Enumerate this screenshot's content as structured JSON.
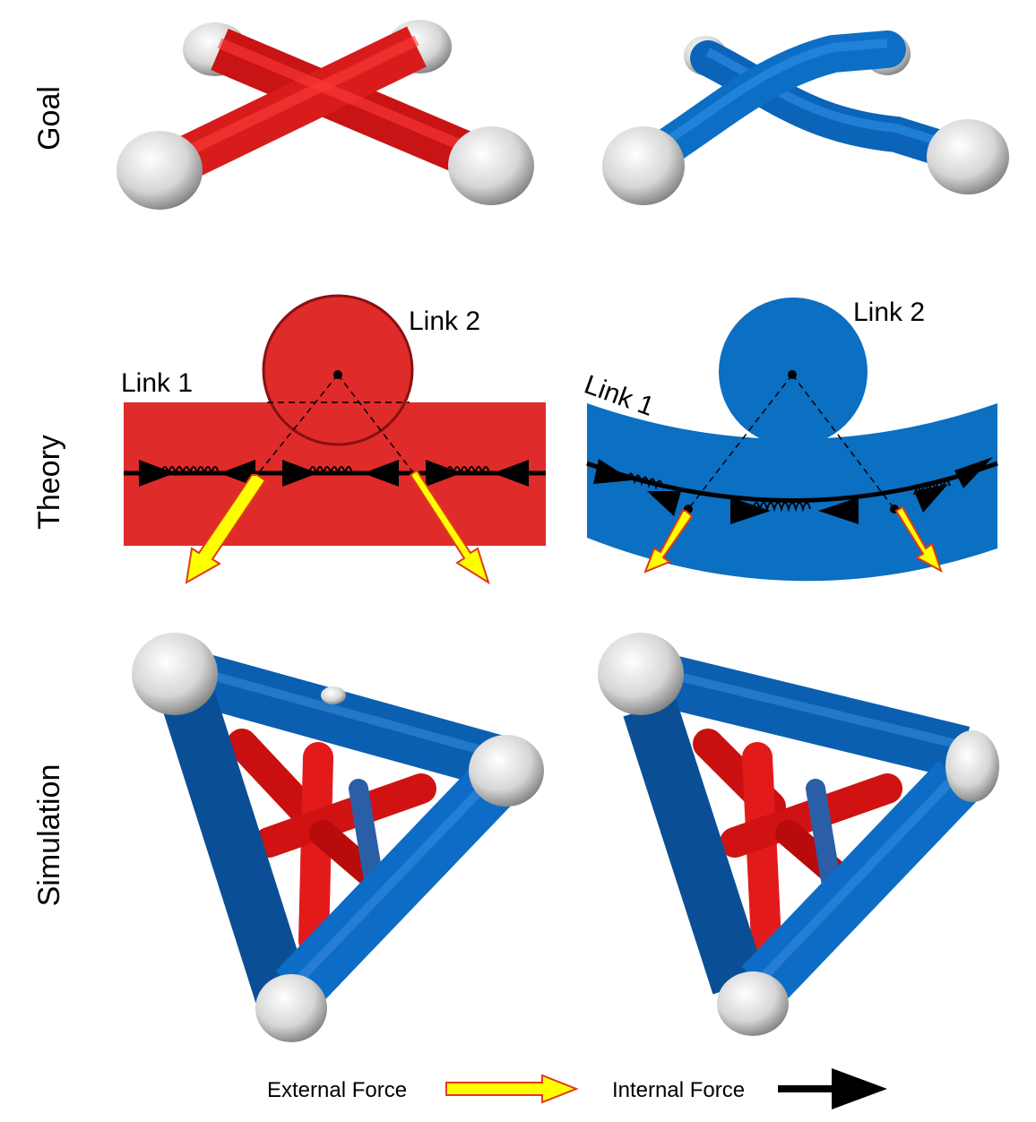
{
  "rows": {
    "goal": "Goal",
    "theory": "Theory",
    "simulation": "Simulation"
  },
  "theory": {
    "left": {
      "link1": "Link 1",
      "link2": "Link 2"
    },
    "right": {
      "link1": "Link 1",
      "link2": "Link 2"
    }
  },
  "legend": {
    "external_force": "External Force",
    "internal_force": "Internal Force"
  },
  "colors": {
    "red_link": "#e02b2b",
    "red_dark": "#8b1010",
    "blue_link": "#0b6fc2",
    "blue_dark": "#0a3f7a",
    "sphere_light": "#f2f2f2",
    "sphere_dark": "#8a8a8a",
    "external_arrow_fill": "#ffff00",
    "external_arrow_stroke": "#e03a1a",
    "internal_arrow": "#000000"
  }
}
